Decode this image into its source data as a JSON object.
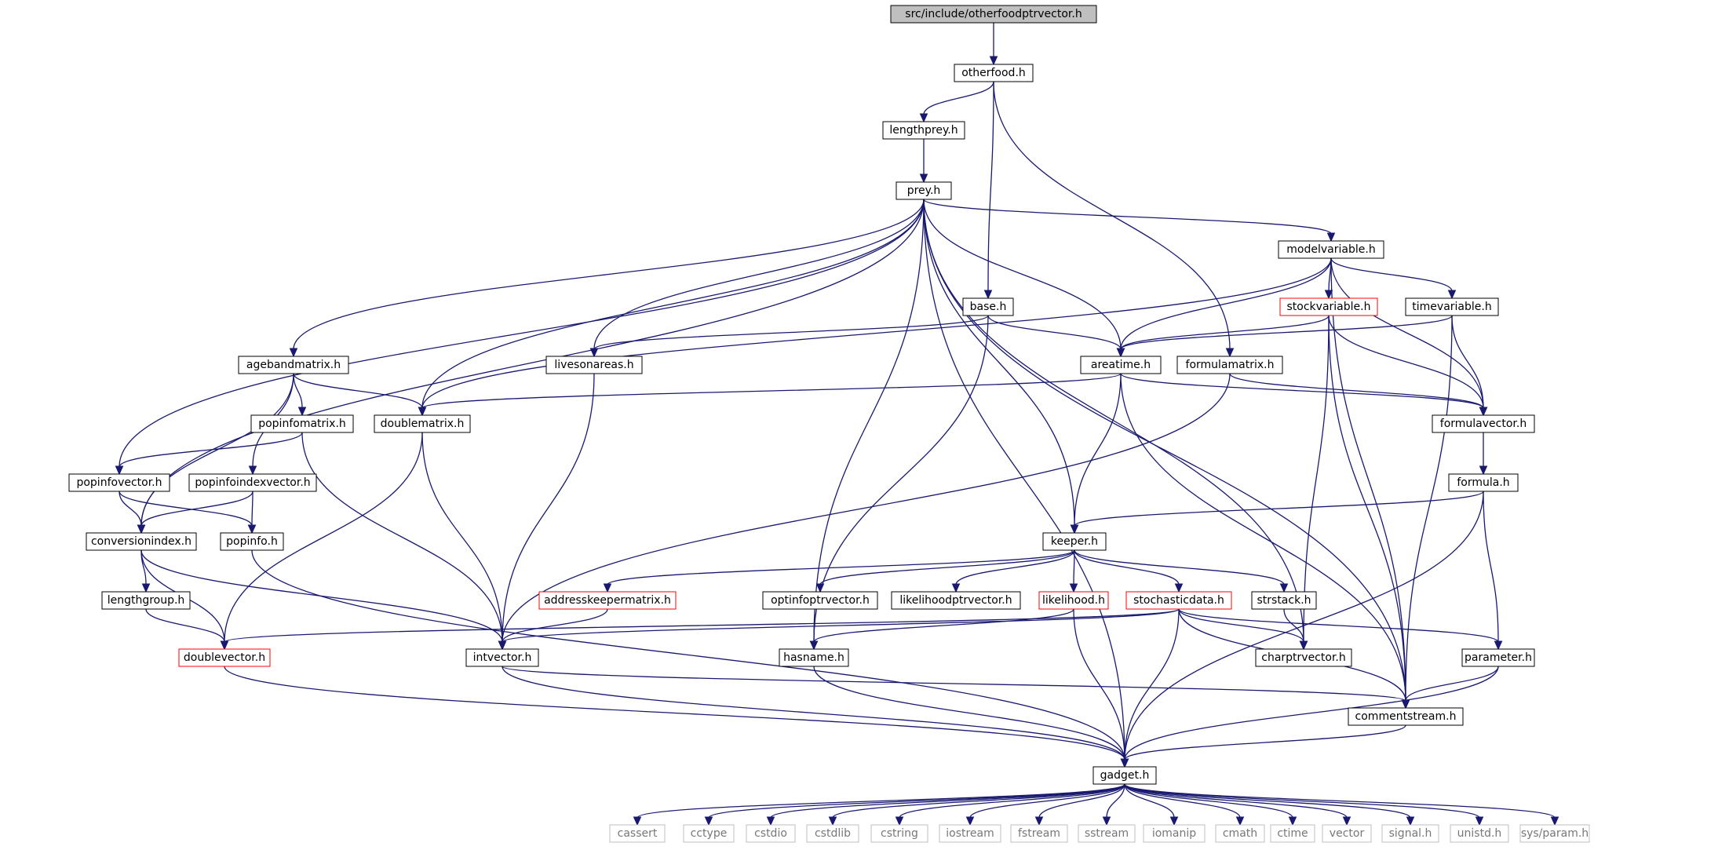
{
  "colors": {
    "edge": "#191970",
    "root_fill": "#bfbfbf",
    "box_border": "#000000",
    "red_border": "#ff0000",
    "gray_border": "#bfbfbf",
    "gray_text": "#777777"
  },
  "nodes": {
    "otherfoodptrvector": {
      "label": "src/include/otherfoodptrvector.h",
      "style": "root"
    },
    "otherfood": {
      "label": "otherfood.h",
      "style": "normal"
    },
    "lengthprey": {
      "label": "lengthprey.h",
      "style": "normal"
    },
    "prey": {
      "label": "prey.h",
      "style": "normal"
    },
    "modelvariable": {
      "label": "modelvariable.h",
      "style": "normal"
    },
    "base": {
      "label": "base.h",
      "style": "normal"
    },
    "stockvariable": {
      "label": "stockvariable.h",
      "style": "red"
    },
    "timevariable": {
      "label": "timevariable.h",
      "style": "normal"
    },
    "agebandmatrix": {
      "label": "agebandmatrix.h",
      "style": "normal"
    },
    "livesonareas": {
      "label": "livesonareas.h",
      "style": "normal"
    },
    "areatime": {
      "label": "areatime.h",
      "style": "normal"
    },
    "formulamatrix": {
      "label": "formulamatrix.h",
      "style": "normal"
    },
    "popinfomatrix": {
      "label": "popinfomatrix.h",
      "style": "normal"
    },
    "doublematrix": {
      "label": "doublematrix.h",
      "style": "normal"
    },
    "formulavector": {
      "label": "formulavector.h",
      "style": "normal"
    },
    "popinfovector": {
      "label": "popinfovector.h",
      "style": "normal"
    },
    "popinfoindexvector": {
      "label": "popinfoindexvector.h",
      "style": "normal"
    },
    "formula": {
      "label": "formula.h",
      "style": "normal"
    },
    "conversionindex": {
      "label": "conversionindex.h",
      "style": "normal"
    },
    "popinfo": {
      "label": "popinfo.h",
      "style": "normal"
    },
    "keeper": {
      "label": "keeper.h",
      "style": "normal"
    },
    "lengthgroup": {
      "label": "lengthgroup.h",
      "style": "normal"
    },
    "addresskeepermatrix": {
      "label": "addresskeepermatrix.h",
      "style": "red"
    },
    "optinfoptrvector": {
      "label": "optinfoptrvector.h",
      "style": "normal"
    },
    "likelihoodptrvector": {
      "label": "likelihoodptrvector.h",
      "style": "normal"
    },
    "likelihood": {
      "label": "likelihood.h",
      "style": "red"
    },
    "stochasticdata": {
      "label": "stochasticdata.h",
      "style": "red"
    },
    "strstack": {
      "label": "strstack.h",
      "style": "normal"
    },
    "doublevector": {
      "label": "doublevector.h",
      "style": "red"
    },
    "intvector": {
      "label": "intvector.h",
      "style": "normal"
    },
    "hasname": {
      "label": "hasname.h",
      "style": "normal"
    },
    "charptrvector": {
      "label": "charptrvector.h",
      "style": "normal"
    },
    "parameter": {
      "label": "parameter.h",
      "style": "normal"
    },
    "commentstream": {
      "label": "commentstream.h",
      "style": "normal"
    },
    "gadget": {
      "label": "gadget.h",
      "style": "normal"
    },
    "cassert": {
      "label": "cassert",
      "style": "gray"
    },
    "cctype": {
      "label": "cctype",
      "style": "gray"
    },
    "cstdio": {
      "label": "cstdio",
      "style": "gray"
    },
    "cstdlib": {
      "label": "cstdlib",
      "style": "gray"
    },
    "cstring": {
      "label": "cstring",
      "style": "gray"
    },
    "iostream": {
      "label": "iostream",
      "style": "gray"
    },
    "fstream": {
      "label": "fstream",
      "style": "gray"
    },
    "sstream": {
      "label": "sstream",
      "style": "gray"
    },
    "iomanip": {
      "label": "iomanip",
      "style": "gray"
    },
    "cmath": {
      "label": "cmath",
      "style": "gray"
    },
    "ctime": {
      "label": "ctime",
      "style": "gray"
    },
    "vector": {
      "label": "vector",
      "style": "gray"
    },
    "signal": {
      "label": "signal.h",
      "style": "gray"
    },
    "unistd": {
      "label": "unistd.h",
      "style": "gray"
    },
    "sysparam": {
      "label": "sys/param.h",
      "style": "gray"
    }
  },
  "edges": [
    [
      "otherfoodptrvector",
      "otherfood"
    ],
    [
      "otherfood",
      "lengthprey"
    ],
    [
      "otherfood",
      "base"
    ],
    [
      "otherfood",
      "formulamatrix"
    ],
    [
      "lengthprey",
      "prey"
    ],
    [
      "prey",
      "modelvariable"
    ],
    [
      "prey",
      "agebandmatrix"
    ],
    [
      "prey",
      "livesonareas"
    ],
    [
      "prey",
      "areatime"
    ],
    [
      "prey",
      "doublematrix"
    ],
    [
      "prey",
      "popinfovector"
    ],
    [
      "prey",
      "conversionindex"
    ],
    [
      "prey",
      "keeper"
    ],
    [
      "prey",
      "hasname"
    ],
    [
      "prey",
      "charptrvector"
    ],
    [
      "prey",
      "commentstream"
    ],
    [
      "prey",
      "gadget"
    ],
    [
      "modelvariable",
      "stockvariable"
    ],
    [
      "modelvariable",
      "timevariable"
    ],
    [
      "modelvariable",
      "areatime"
    ],
    [
      "modelvariable",
      "formulavector"
    ],
    [
      "modelvariable",
      "doublematrix"
    ],
    [
      "modelvariable",
      "commentstream"
    ],
    [
      "base",
      "livesonareas"
    ],
    [
      "base",
      "areatime"
    ],
    [
      "base",
      "hasname"
    ],
    [
      "stockvariable",
      "areatime"
    ],
    [
      "stockvariable",
      "formulavector"
    ],
    [
      "stockvariable",
      "charptrvector"
    ],
    [
      "stockvariable",
      "commentstream"
    ],
    [
      "timevariable",
      "areatime"
    ],
    [
      "timevariable",
      "formulavector"
    ],
    [
      "timevariable",
      "commentstream"
    ],
    [
      "agebandmatrix",
      "popinfomatrix"
    ],
    [
      "agebandmatrix",
      "doublematrix"
    ],
    [
      "agebandmatrix",
      "conversionindex"
    ],
    [
      "agebandmatrix",
      "popinfoindexvector"
    ],
    [
      "livesonareas",
      "intvector"
    ],
    [
      "areatime",
      "doublematrix"
    ],
    [
      "areatime",
      "formulavector"
    ],
    [
      "areatime",
      "keeper"
    ],
    [
      "areatime",
      "commentstream"
    ],
    [
      "formulamatrix",
      "formulavector"
    ],
    [
      "formulamatrix",
      "intvector"
    ],
    [
      "popinfomatrix",
      "popinfovector"
    ],
    [
      "popinfomatrix",
      "intvector"
    ],
    [
      "doublematrix",
      "doublevector"
    ],
    [
      "doublematrix",
      "intvector"
    ],
    [
      "formulavector",
      "formula"
    ],
    [
      "popinfovector",
      "conversionindex"
    ],
    [
      "popinfovector",
      "popinfo"
    ],
    [
      "popinfoindexvector",
      "conversionindex"
    ],
    [
      "popinfoindexvector",
      "popinfo"
    ],
    [
      "formula",
      "keeper"
    ],
    [
      "formula",
      "parameter"
    ],
    [
      "formula",
      "gadget"
    ],
    [
      "conversionindex",
      "lengthgroup"
    ],
    [
      "conversionindex",
      "doublevector"
    ],
    [
      "conversionindex",
      "intvector"
    ],
    [
      "popinfo",
      "gadget"
    ],
    [
      "keeper",
      "addresskeepermatrix"
    ],
    [
      "keeper",
      "optinfoptrvector"
    ],
    [
      "keeper",
      "likelihoodptrvector"
    ],
    [
      "keeper",
      "likelihood"
    ],
    [
      "keeper",
      "stochasticdata"
    ],
    [
      "keeper",
      "strstack"
    ],
    [
      "lengthgroup",
      "doublevector"
    ],
    [
      "addresskeepermatrix",
      "intvector"
    ],
    [
      "likelihood",
      "hasname"
    ],
    [
      "likelihood",
      "gadget"
    ],
    [
      "stochasticdata",
      "doublevector"
    ],
    [
      "stochasticdata",
      "intvector"
    ],
    [
      "stochasticdata",
      "charptrvector"
    ],
    [
      "stochasticdata",
      "parameter"
    ],
    [
      "stochasticdata",
      "commentstream"
    ],
    [
      "stochasticdata",
      "gadget"
    ],
    [
      "strstack",
      "charptrvector"
    ],
    [
      "doublevector",
      "gadget"
    ],
    [
      "intvector",
      "commentstream"
    ],
    [
      "intvector",
      "gadget"
    ],
    [
      "hasname",
      "gadget"
    ],
    [
      "parameter",
      "commentstream"
    ],
    [
      "parameter",
      "gadget"
    ],
    [
      "commentstream",
      "gadget"
    ],
    [
      "gadget",
      "cassert"
    ],
    [
      "gadget",
      "cctype"
    ],
    [
      "gadget",
      "cstdio"
    ],
    [
      "gadget",
      "cstdlib"
    ],
    [
      "gadget",
      "cstring"
    ],
    [
      "gadget",
      "iostream"
    ],
    [
      "gadget",
      "fstream"
    ],
    [
      "gadget",
      "sstream"
    ],
    [
      "gadget",
      "iomanip"
    ],
    [
      "gadget",
      "cmath"
    ],
    [
      "gadget",
      "ctime"
    ],
    [
      "gadget",
      "vector"
    ],
    [
      "gadget",
      "signal"
    ],
    [
      "gadget",
      "unistd"
    ],
    [
      "gadget",
      "sysparam"
    ]
  ]
}
